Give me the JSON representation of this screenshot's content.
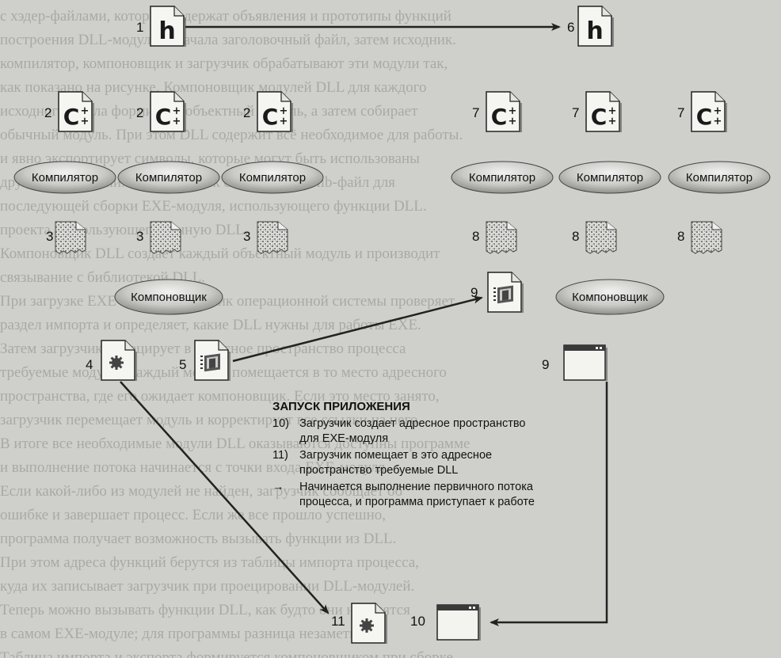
{
  "background_text": [
    "  с хэдер-файлами, которые содержат объявления и прототипы функций",
    "  построения DLL-модуля. Сначала заголовочный файл, затем исходник.",
    "  компилятор, компоновщик и загрузчик обрабатывают эти модули так,",
    "  как показано на рисунке. Компоновщик модулей DLL для каждого",
    "  исходного файла формирует объектный модуль, а затем собирает",
    "  обычный модуль. При этом DLL содержит всё необходимое для работы.",
    "  и явно экспортирует символы, которые могут быть использованы",
    "  другими модулями. Компоновщик создаёт также lib-файл для",
    "  последующей сборки EXE-модуля, использующего функции DLL.",
    "  проекта, использующего данную DLL.",
    "Компоновщик DLL создаёт каждый объектный модуль и производит",
    "  связывание с библиотекой DLL.",
    "При загрузке EXE-модуля загрузчик операционной системы проверяет",
    "  раздел импорта и определяет, какие DLL нужны для работы EXE.",
    "  Затем загрузчик проецирует в адресное пространство процесса",
    "  требуемые модули. Каждый модуль помещается в то место адресного",
    "  пространства, где его ожидает компоновщик. Если это место занято,",
    "  загрузчик перемещает модуль и корректирует все ссылки на него.",
    "  В итоге все необходимые модули DLL оказываются доступны программе",
    "  и выполнение потока начинается с точки входа EXE-модуля.",
    "  Если какой-либо из модулей не найден, загрузчик сообщает об",
    "  ошибке и завершает процесс. Если же все прошло успешно,",
    "  программа получает возможность вызывать функции из DLL.",
    "  При этом адреса функций берутся из таблицы импорта процесса,",
    "  куда их записывает загрузчик при проецировании DLL-модулей.",
    "  Теперь можно вызывать функции DLL, как будто они находятся",
    "  в самом EXE-модуле; для программы разница незаметна.",
    "  Таблица импорта и экспорта формируется компоновщиком при сборке."
  ],
  "nodes": {
    "n1": "1",
    "n6": "6",
    "n2a": "2",
    "n2b": "2",
    "n2c": "2",
    "n7a": "7",
    "n7b": "7",
    "n7c": "7",
    "n3a": "3",
    "n3b": "3",
    "n3c": "3",
    "n8a": "8",
    "n8b": "8",
    "n8c": "8",
    "n9a": "9",
    "n9b": "9",
    "n4": "4",
    "n5": "5",
    "n11": "11",
    "n10": "10"
  },
  "icons": {
    "header_letter": "h",
    "cpp_letter": "C",
    "cpp_plus": "+"
  },
  "compiler_label": "Компилятор",
  "linker_label": "Компоновщик",
  "launch": {
    "title": "ЗАПУСК ПРИЛОЖЕНИЯ",
    "steps": [
      {
        "num": "10)",
        "text": "Загрузчик создает адресное пространство для EXE-модуля"
      },
      {
        "num": "11)",
        "text": "Загрузчик помещает в это адресное пространство требуемые DLL"
      },
      {
        "num": "→",
        "text": "Начинается выполнение первичного потока процесса, и программа приступает к работе"
      }
    ]
  }
}
